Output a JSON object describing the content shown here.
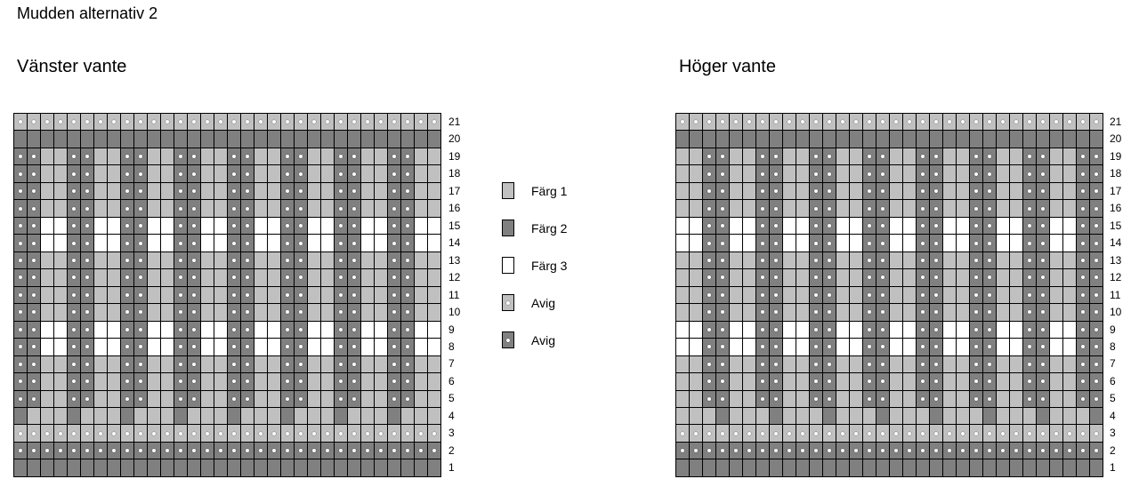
{
  "title": "Mudden alternativ 2",
  "colors": {
    "farg1": "#c0c0c0",
    "farg2": "#808080",
    "farg3": "#ffffff",
    "dot": "#ffffff"
  },
  "legend": [
    {
      "color": "c1",
      "purl": false,
      "label": "Färg 1"
    },
    {
      "color": "c2",
      "purl": false,
      "label": "Färg 2"
    },
    {
      "color": "c3",
      "purl": false,
      "label": "Färg 3"
    },
    {
      "color": "c1",
      "purl": true,
      "label": "Avig"
    },
    {
      "color": "c2",
      "purl": true,
      "label": "Avig"
    }
  ],
  "charts": [
    {
      "title": "Vänster vante",
      "columns": 32,
      "row_numbers": [
        "21",
        "20",
        "19",
        "18",
        "17",
        "16",
        "15",
        "14",
        "13",
        "12",
        "11",
        "10",
        "9",
        "8",
        "7",
        "6",
        "5",
        "4",
        "3",
        "2",
        "1"
      ],
      "rows": [
        "AAAAAAAAAAAAAAAAAAAAAAAAAAAAAAAA",
        "22222222222222222222222222222222",
        "BB11BB11BB11BB11BB11BB11BB11BB11",
        "BB11BB11BB11BB11BB11BB11BB11BB11",
        "BB11BB11BB11BB11BB11BB11BB11BB11",
        "BB11BB11BB11BB11BB11BB11BB11BB11",
        "BB33BB33BB33BB33BB33BB33BB33BB33",
        "BB33BB33BB33BB33BB33BB33BB33BB33",
        "BB11BB11BB11BB11BB11BB11BB11BB11",
        "BB11BB11BB11BB11BB11BB11BB11BB11",
        "BB11BB11BB11BB11BB11BB11BB11BB11",
        "BB11BB11BB11BB11BB11BB11BB11BB11",
        "BB33BB33BB33BB33BB33BB33BB33BB33",
        "BB33BB33BB33BB33BB33BB33BB33BB33",
        "BB11BB11BB11BB11BB11BB11BB11BB11",
        "BB11BB11BB11BB11BB11BB11BB11BB11",
        "BB11BB11BB11BB11BB11BB11BB11BB11",
        "21112111211121112111211121112111",
        "AAAAAAAAAAAAAAAAAAAAAAAAAAAAAAAA",
        "BBBBBBBBBBBBBBBBBBBBBBBBBBBBBBBB",
        "22222222222222222222222222222222"
      ]
    },
    {
      "title": "Höger vante",
      "columns": 32,
      "row_numbers": [
        "21",
        "20",
        "19",
        "18",
        "17",
        "16",
        "15",
        "14",
        "13",
        "12",
        "11",
        "10",
        "9",
        "8",
        "7",
        "6",
        "5",
        "4",
        "3",
        "2",
        "1"
      ],
      "rows": [
        "AAAAAAAAAAAAAAAAAAAAAAAAAAAAAAAA",
        "22222222222222222222222222222222",
        "11BB11BB11BB11BB11BB11BB11BB11BB",
        "11BB11BB11BB11BB11BB11BB11BB11BB",
        "11BB11BB11BB11BB11BB11BB11BB11BB",
        "11BB11BB11BB11BB11BB11BB11BB11BB",
        "33BB33BB33BB33BB33BB33BB33BB33BB",
        "33BB33BB33BB33BB33BB33BB33BB33BB",
        "11BB11BB11BB11BB11BB11BB11BB11BB",
        "11BB11BB11BB11BB11BB11BB11BB11BB",
        "11BB11BB11BB11BB11BB11BB11BB11BB",
        "11BB11BB11BB11BB11BB11BB11BB11BB",
        "33BB33BB33BB33BB33BB33BB33BB33BB",
        "33BB33BB33BB33BB33BB33BB33BB33BB",
        "11BB11BB11BB11BB11BB11BB11BB11BB",
        "11BB11BB11BB11BB11BB11BB11BB11BB",
        "11BB11BB11BB11BB11BB11BB11BB11BB",
        "11121112111211121112111211121112",
        "AAAAAAAAAAAAAAAAAAAAAAAAAAAAAAAA",
        "BBBBBBBBBBBBBBBBBBBBBBBBBBBBBBBB",
        "22222222222222222222222222222222"
      ]
    }
  ]
}
